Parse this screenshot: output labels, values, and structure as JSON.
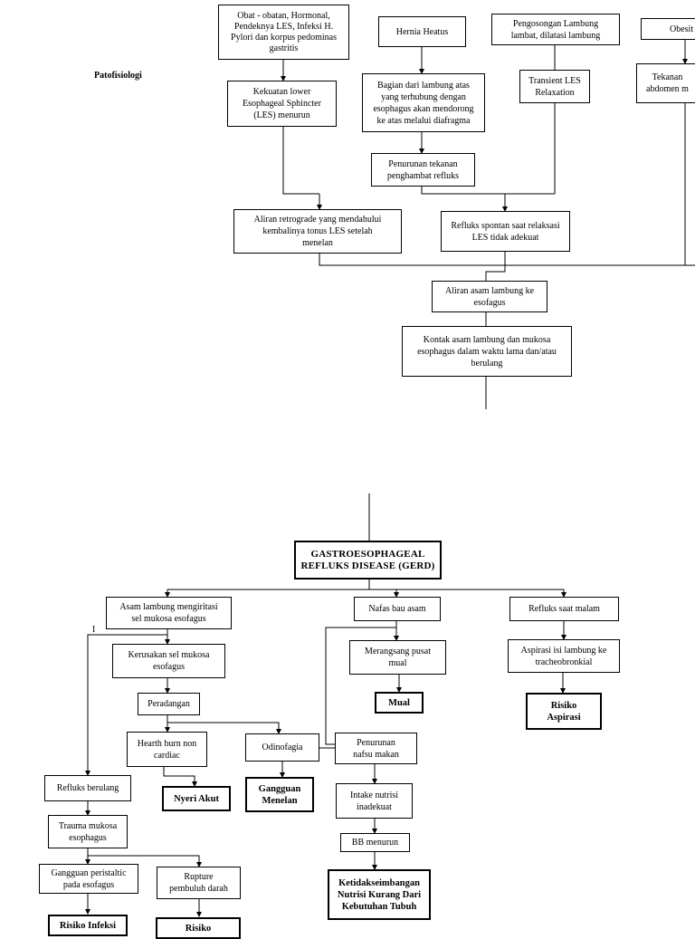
{
  "section_label": "Patofisiologi",
  "margin_mark": "I",
  "nodes": {
    "obat": "Obat - obatan, Hormonal,\nPendeknya LES, Infeksi H.\nPylori dan korpus pedominas\ngastritis",
    "hernia": "Hernia Heatus",
    "pengosongan": "Pengosongan Lambung\nlambat, dilatasi lambung",
    "obesitas": "Obesit",
    "kekuatan": "Kekuatan lower\nEsophageal Sphincter\n(LES) menurun",
    "bagian": "Bagian dari lambung atas\nyang terhubung dengan\nesophagus akan mendorong\nke atas melalui diafragma",
    "transient": "Transient LES\nRelaxation",
    "tekanan": "Tekanan\nabdomen m",
    "penurunan_tekanan": "Penurunan tekanan\npenghambat refluks",
    "aliran_retro": "Aliran retrograde yang mendahului\nkembalinya tonus LES setelah\nmenelan",
    "refluks_spontan": "Refluks spontan saat relaksasi\nLES tidak adekuat",
    "aliran_asam": "Aliran asam lambung ke\nesofagus",
    "kontak": "Kontak asam lambung dan mukosa\nesophagus dalam waktu lama dan/atau\nberulang",
    "gerd": "GASTROESOPHAGEAL\nREFLUKS DISEASE (GERD)",
    "asam_iritasi": "Asam lambung mengiritasi\nsel mukosa esofagus",
    "nafas": "Nafas bau asam",
    "refluks_malam": "Refluks saat malam",
    "kerusakan": "Kerusakan sel mukosa\nesofagus",
    "merangsang": "Merangsang pusat\nmual",
    "aspirasi_isi": "Aspirasi isi lambung ke\ntracheobronkial",
    "peradangan": "Peradangan",
    "mual": "Mual",
    "risiko_aspirasi": "Risiko\nAspirasi",
    "hearth": "Hearth burn non\ncardiac",
    "odinofagia": "Odinofagia",
    "penurunan_nafsu": "Penurunan\nnafsu makan",
    "refluks_berulang": "Refluks berulang",
    "nyeri": "Nyeri Akut",
    "gangguan_menelan": "Gangguan\nMenelan",
    "intake": "Intake nutrisi\ninadekuat",
    "trauma": "Trauma mukosa\nesophagus",
    "bb": "BB menurun",
    "gangguan_peristaltic": "Gangguan peristaltic\npada esofagus",
    "rupture": "Rupture\npembuluh darah",
    "ketidakseimbangan": "Ketidakseimbangan\nNutrisi Kurang Dari\nKebutuhan Tubuh",
    "risiko_infeksi": "Risiko Infeksi",
    "risiko2": "Risiko"
  }
}
